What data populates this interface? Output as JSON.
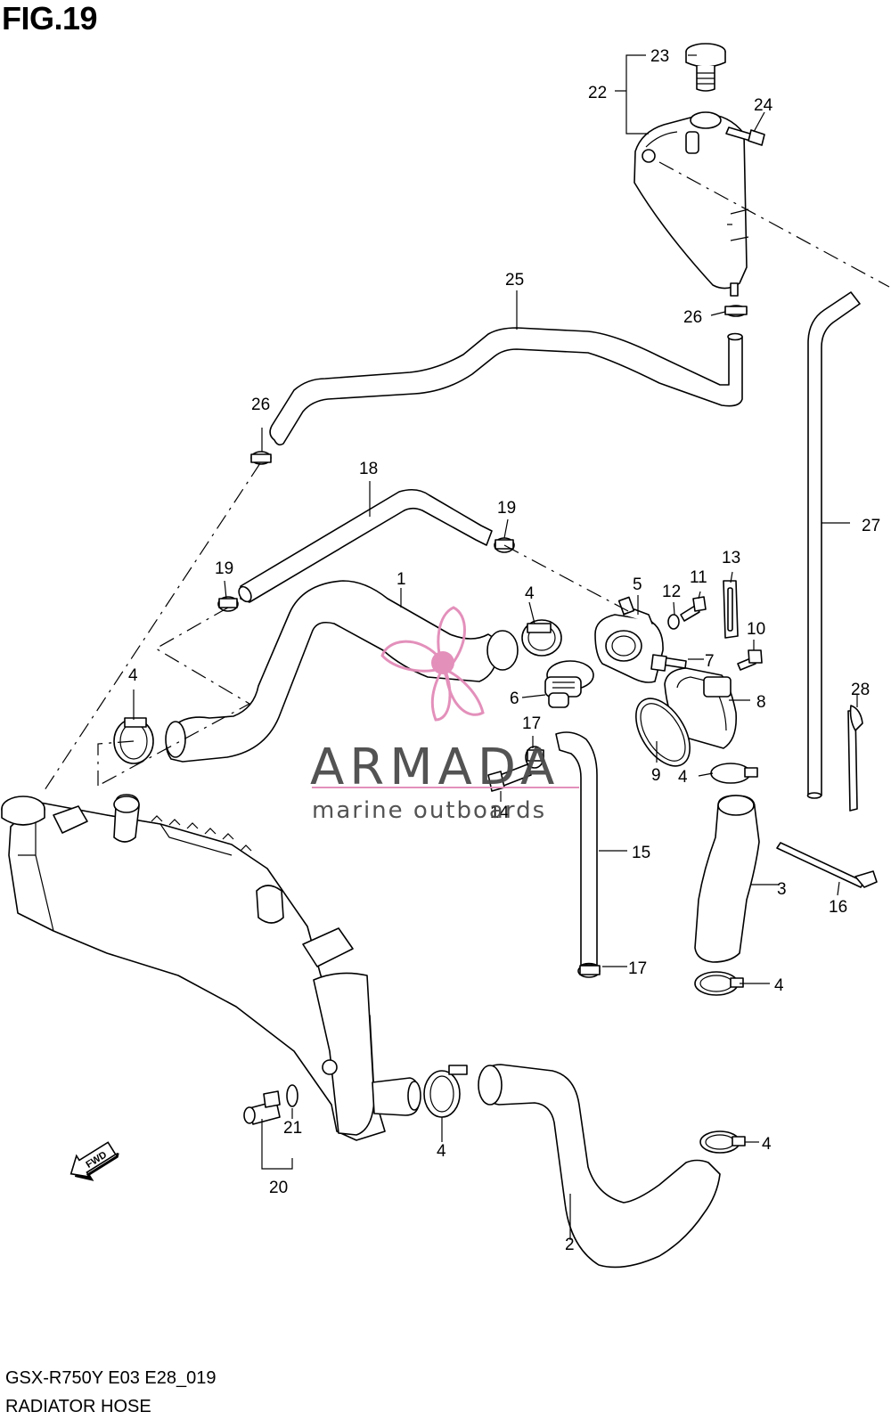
{
  "figure": {
    "title": "FIG.19",
    "model_code": "GSX-R750Y E03 E28_019",
    "section_name": "RADIATOR HOSE"
  },
  "watermark": {
    "brand": "ARMADA",
    "tagline": "marine outboards",
    "accent_color": "#e28bb8",
    "text_color": "#4a4a4a"
  },
  "direction_arrow": {
    "label": "FWD"
  },
  "callouts": {
    "c1": "1",
    "c2": "2",
    "c3": "3",
    "c4a": "4",
    "c4b": "4",
    "c4c": "4",
    "c4d": "4",
    "c4e": "4",
    "c4f": "4",
    "c5": "5",
    "c6": "6",
    "c7": "7",
    "c8": "8",
    "c9": "9",
    "c10": "10",
    "c11": "11",
    "c12": "12",
    "c13": "13",
    "c14": "14",
    "c15": "15",
    "c16": "16",
    "c17a": "17",
    "c17b": "17",
    "c18": "18",
    "c19a": "19",
    "c19b": "19",
    "c20": "20",
    "c21": "21",
    "c22": "22",
    "c23": "23",
    "c24": "24",
    "c25": "25",
    "c26a": "26",
    "c26b": "26",
    "c27": "27",
    "c28": "28"
  }
}
